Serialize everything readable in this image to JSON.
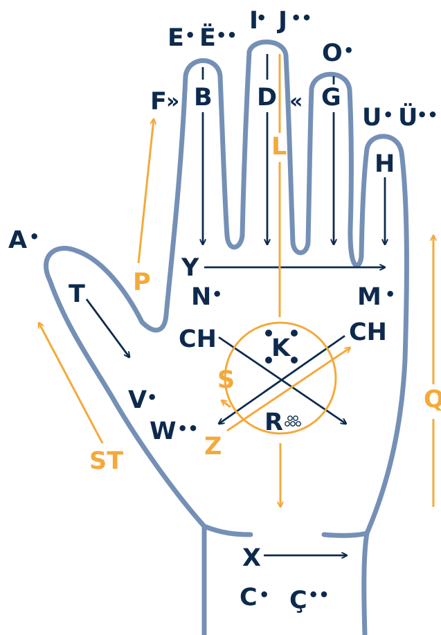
{
  "colors": {
    "outline": "#7590b6",
    "navy": "#0d2a4d",
    "orange": "#f4a93a",
    "background": "#ffffff"
  },
  "labels": {
    "A": "A",
    "A_mark": "•",
    "T": "T",
    "E": "E",
    "E_mark": "•",
    "E_umlaut": "Ë",
    "E_umlaut_mark": "••",
    "I": "I",
    "I_mark": "•",
    "J": "J",
    "J_mark": "••",
    "O": "O",
    "O_mark": "•",
    "F": "F",
    "F_mark": "»",
    "B": "B",
    "D": "D",
    "G_mark": "«",
    "G": "G",
    "U": "U",
    "U_mark": "•",
    "U_umlaut": "Ü",
    "U_umlaut_mark": "••",
    "H": "H",
    "L": "L",
    "P": "P",
    "Y": "Y",
    "N": "N",
    "N_mark": "•",
    "M": "M",
    "M_mark": "•",
    "CH_left": "CH",
    "CH_right": "CH",
    "K": "K",
    "S": "S",
    "V": "V",
    "V_mark": "•",
    "W": "W",
    "W_mark": "••",
    "Z": "Z",
    "R": "R",
    "Q": "Q",
    "ST": "ST",
    "X": "X",
    "C": "C",
    "C_mark": "•",
    "C_cedilla": "Ç",
    "C_cedilla_mark": "••"
  }
}
